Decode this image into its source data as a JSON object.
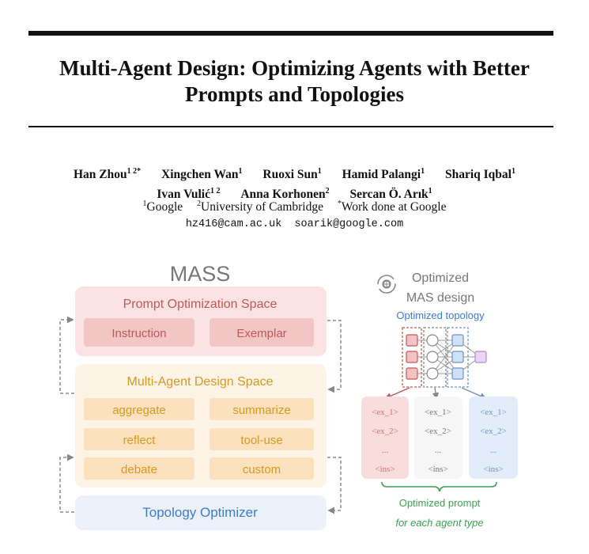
{
  "title": {
    "line1": "Multi-Agent Design: Optimizing Agents with Better",
    "line2": "Prompts and Topologies"
  },
  "authors": {
    "line1": [
      {
        "name": "Han Zhou",
        "mark": "1 2*"
      },
      {
        "name": "Xingchen Wan",
        "mark": "1"
      },
      {
        "name": "Ruoxi Sun",
        "mark": "1"
      },
      {
        "name": "Hamid Palangi",
        "mark": "1"
      },
      {
        "name": "Shariq Iqbal",
        "mark": "1"
      }
    ],
    "line2": [
      {
        "name": "Ivan Vulić",
        "mark": "1 2"
      },
      {
        "name": "Anna Korhonen",
        "mark": "2"
      },
      {
        "name": "Sercan Ö. Arık",
        "mark": "1"
      }
    ]
  },
  "affiliations": [
    {
      "mark": "1",
      "text": "Google"
    },
    {
      "mark": "2",
      "text": "University of Cambridge"
    },
    {
      "mark": "*",
      "text": "Work done at Google"
    }
  ],
  "emails": [
    "hz416@cam.ac.uk",
    "soarik@google.com"
  ],
  "figure": {
    "mass_label": "MASS",
    "prompt_space": {
      "title": "Prompt Optimization Space",
      "items": [
        "Instruction",
        "Exemplar"
      ]
    },
    "design_space": {
      "title": "Multi-Agent Design Space",
      "items": [
        "aggregate",
        "summarize",
        "reflect",
        "tool-use",
        "debate",
        "custom"
      ]
    },
    "topology_optimizer": "Topology Optimizer",
    "optimized_design": {
      "line1": "Optimized",
      "line2": "MAS design"
    },
    "optimized_topology": "Optimized topology",
    "prompt_cards": [
      {
        "lines": [
          "<ex_1>",
          "<ex_2>",
          "...",
          "<ins>"
        ]
      },
      {
        "lines": [
          "<ex_1>",
          "<ex_2>",
          "...",
          "<ins>"
        ]
      },
      {
        "lines": [
          "<ex_1>",
          "<ex_2>",
          "...",
          "<ins>"
        ]
      }
    ],
    "optimized_prompt": "Optimized prompt",
    "per_agent": "for each agent type",
    "colors": {
      "red": "#e06a6a",
      "orange": "#e0a636",
      "blue": "#4a86d8",
      "green": "#3ca150",
      "purple": "#b68ad6",
      "gray": "#888888"
    }
  }
}
